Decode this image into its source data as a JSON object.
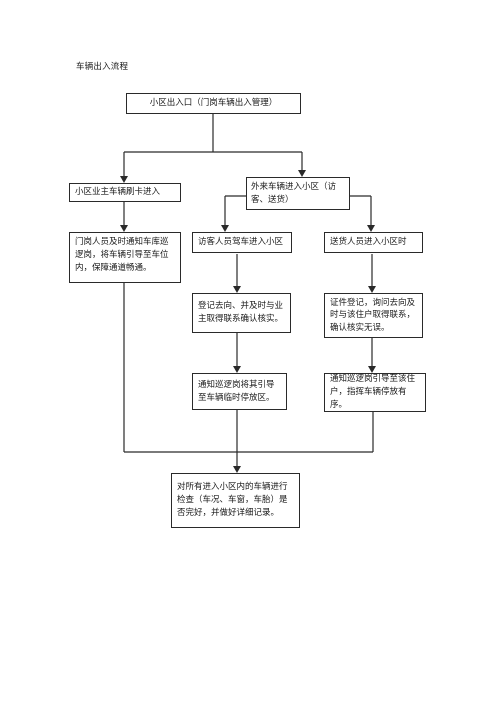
{
  "title": "车辆出入流程",
  "nodes": {
    "gate": "小区出入口（门岗车辆出入管理）",
    "owner_enter": "小区业主车辆刷卡进入",
    "external_enter": "外来车辆进入小区（访客、送货）",
    "guard_notify": "门岗人员及时通知车库巡逻岗，将车辆引导至车位内，保障通道畅通。",
    "visitor_drive": "访客人员驾车进入小区",
    "delivery_enter": "送货人员进入小区时",
    "visitor_register": "登记去向、并及时与业主取得联系确认核实。",
    "delivery_register": "证件登记，询问去向及时与该住户取得联系，确认核实无误。",
    "visitor_guide": "通知巡逻岗将其引导至车辆临时停放区。",
    "delivery_guide": "通知巡逻岗引导至该住户，指挥车辆停放有序。",
    "final_check": "对所有进入小区内的车辆进行检查（车况、车窗，车胎）是否完好，并做好详细记录。"
  }
}
